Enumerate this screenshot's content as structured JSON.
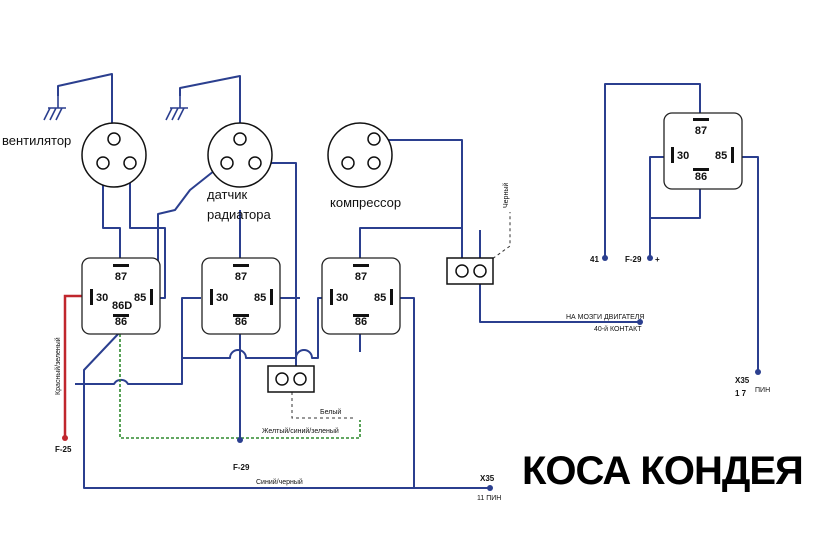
{
  "title": "КОСА КОНДЕЯ",
  "components": {
    "fan": "вентилятор",
    "sensor_line1": "датчик",
    "sensor_line2": "радиатора",
    "compressor": "компрессор"
  },
  "relays": [
    {
      "p87": "87",
      "p30": "30",
      "p85": "85",
      "p86": "86",
      "p86d": "86D"
    },
    {
      "p87": "87",
      "p30": "30",
      "p85": "85",
      "p86": "86"
    },
    {
      "p87": "87",
      "p30": "30",
      "p85": "85",
      "p86": "86"
    },
    {
      "p87": "87",
      "p30": "30",
      "p85": "85",
      "p86": "86"
    }
  ],
  "wire_labels": {
    "red_green": "Красный/зеленый",
    "black": "Черный",
    "white": "Белый",
    "yellow_blue_green": "Желтый/синий/зеленый",
    "blue_black": "Синий/черный"
  },
  "nodes": {
    "f25": "F-25",
    "f29": "F-29",
    "x35_bottom": "X35",
    "x35_bottom_pin": "11 ПИН",
    "engine_ecu": "НА МОЗГИ ДВИГАТЕЛЯ",
    "engine_contact": "40-й КОНТАКТ",
    "n41": "41",
    "f29_plus": "F-29",
    "plus": "+",
    "x35_right": "X35",
    "x35_right_pin": "ПИН",
    "x35_right_num": "1 7"
  },
  "colors": {
    "wire": "#2b3f8f",
    "red_wire": "#c0262d",
    "green_wire": "#2f8a2f"
  }
}
